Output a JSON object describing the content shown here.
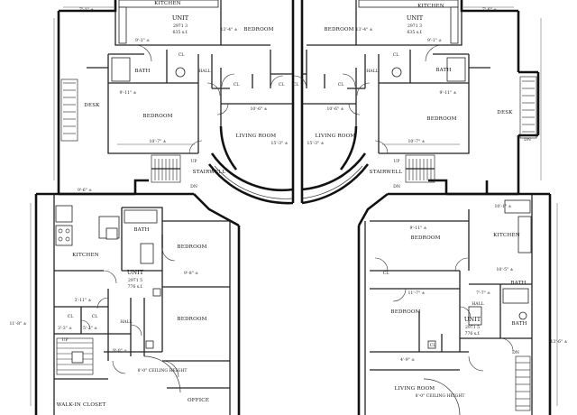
{
  "units": [
    {
      "name": "UNIT",
      "number": "2971 3",
      "sqft": "635 s.f."
    },
    {
      "name": "UNIT",
      "number": "2971 3",
      "sqft": "635 s.f."
    },
    {
      "name": "UNIT",
      "number": "2971 5",
      "sqft": "776 s.f."
    },
    {
      "name": "UNIT",
      "number": "2971 5",
      "sqft": "776 s.f."
    }
  ],
  "rooms": {
    "kitchen_tl": "KITCHEN",
    "kitchen_tr": "KITCHEN",
    "bedroom_tl_a": "BEDROOM",
    "bedroom_tr_a": "BEDROOM",
    "bath_tl": "BATH",
    "bath_tr": "BATH",
    "bedroom_tl_b": "BEDROOM",
    "bedroom_tr_b": "BEDROOM",
    "desk_l": "DESK",
    "desk_r": "DESK",
    "living_tl": "LIVING ROOM",
    "living_tr": "LIVING ROOM",
    "stairwell_l": "STAIRWELL",
    "stairwell_r": "STAIRWELL",
    "kitchen_bl": "KITCHEN",
    "bath_bl": "BATH",
    "bedroom_bl_a": "BEDROOM",
    "bedroom_bl_b": "BEDROOM",
    "office_bl": "OFFICE",
    "walkin_bl": "WALK-IN CLOSET",
    "ceiling_bl": "8'-0\" CEILING HEIGHT",
    "bedroom_br_a": "BEDROOM",
    "kitchen_br": "KITCHEN",
    "bath_br": "BATH",
    "bedroom_br_b": "BEDROOM",
    "living_br": "LIVING ROOM",
    "ceiling_br": "8'-0\" CEILING HEIGHT",
    "hall_bl": "HALL",
    "hall_br": "HALL",
    "hall_tl": "HALL",
    "hall_tr": "HALL"
  },
  "closet_labels": {
    "cl": "CL",
    "up": "UP",
    "dn": "DN"
  },
  "dimensions": {
    "d1": "7'-1\" ±",
    "d2": "7'-6\" ±",
    "d3": "13'-4\" ±",
    "d4": "13'-4\" ±",
    "d5": "9'-1\" ±",
    "d6": "9'-1\" ±",
    "d7": "9'-11\" ±",
    "d8": "9'-11\" ±",
    "d9": "10'-7\" ±",
    "d10": "10'-7\" ±",
    "d11": "15'-3\" ±",
    "d12": "15'-3\" ±",
    "d13": "10'-6\" ±",
    "d14": "10'-6\" ±",
    "d15": "9'-6\" ±",
    "d16": "9'-8\" ±",
    "d17": "11'-8\" ±",
    "d18": "9'-11\" ±",
    "d19": "10'-5\" ±",
    "d20": "11'-7\" ±",
    "d21": "7'-7\" ±",
    "d22": "10'-1\" ±",
    "d23": "13'-6\" ±",
    "d24": "4'-9\" ±",
    "d25": "3'-11\" ±",
    "d26": "3'-3\" ±",
    "d27": "5'-2\" ±",
    "d28": "9'-0\" ±"
  }
}
